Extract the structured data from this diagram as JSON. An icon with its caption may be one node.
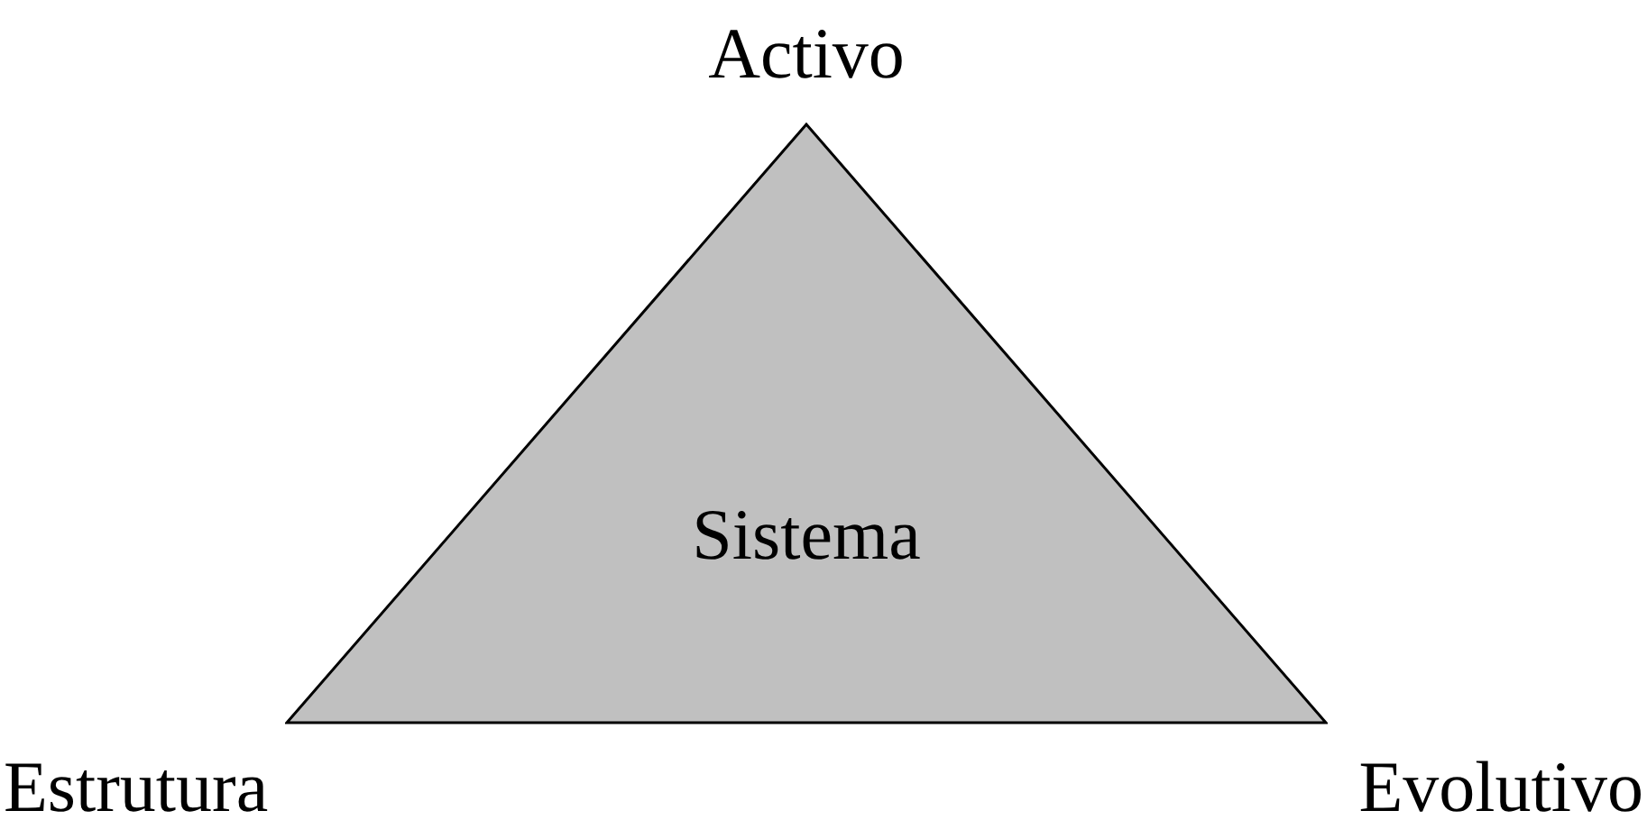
{
  "diagram": {
    "nodes": [
      {
        "text": [
          "Sistema"
        ]
      }
    ],
    "labels": [
      "Activo",
      "Estrutura",
      "Evolutivo"
    ]
  }
}
